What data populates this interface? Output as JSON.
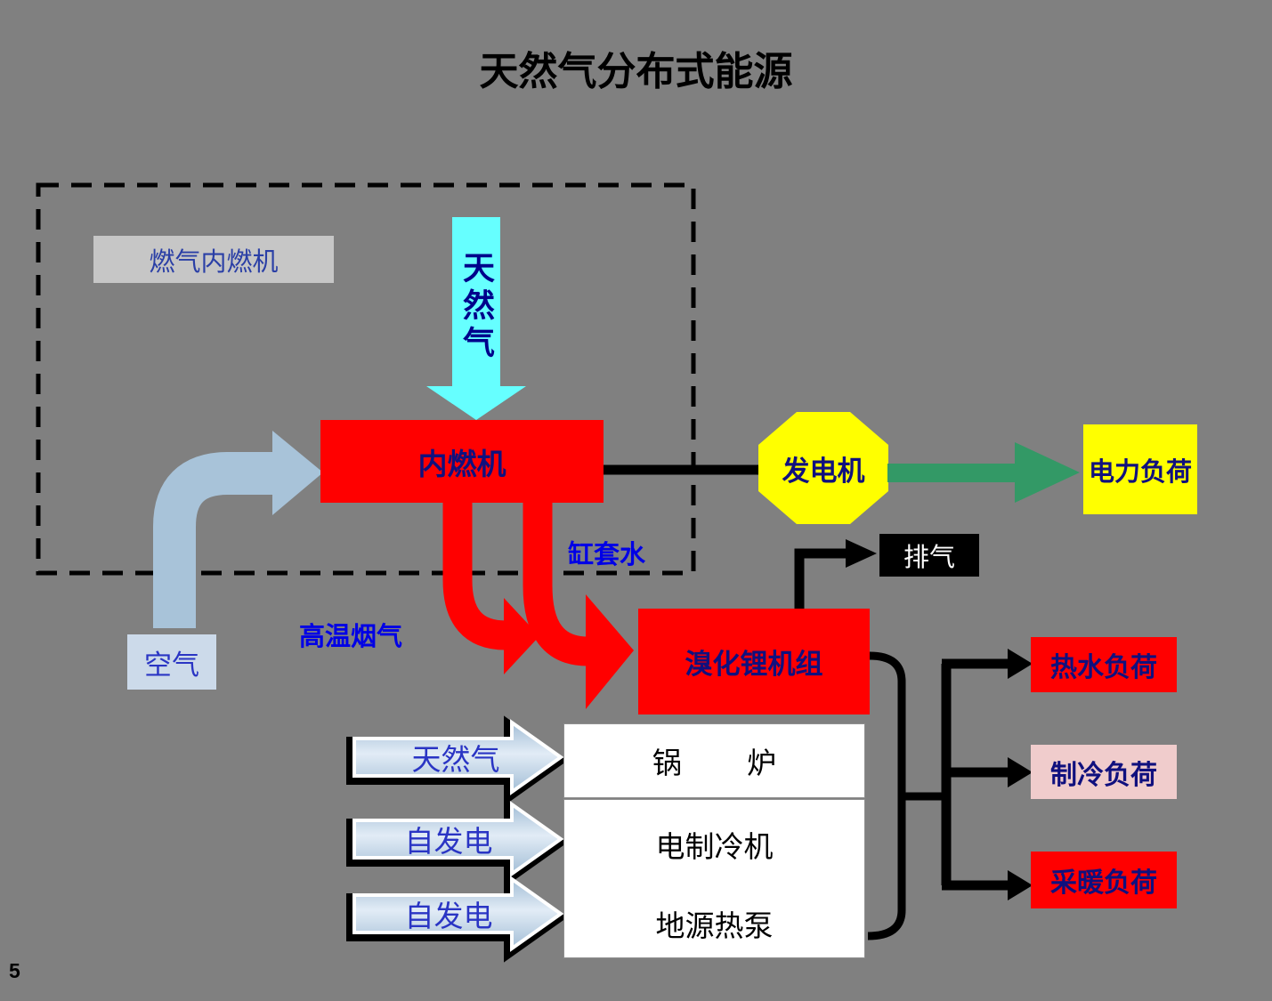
{
  "page": {
    "title": "天然气分布式能源",
    "page_number": "5"
  },
  "engine_module": {
    "label": "燃气内燃机",
    "engine": "内燃机"
  },
  "inputs": {
    "natural_gas_top": "天然气",
    "air": "空气"
  },
  "generation": {
    "generator": "发电机",
    "electric_load": "电力负荷"
  },
  "heat_recovery": {
    "flue_gas": "高温烟气",
    "jacket_water": "缸套水",
    "libr_unit": "溴化锂机组",
    "exhaust": "排气"
  },
  "backup_units": {
    "boiler": "锅        炉",
    "electric_chiller": "电制冷机",
    "ground_source_heat_pump": "地源热泵",
    "natural_gas_arrow": "天然气",
    "self_power_arrow_1": "自发电",
    "self_power_arrow_2": "自发电"
  },
  "loads": {
    "hot_water": "热水负荷",
    "cooling": "制冷负荷",
    "heating": "采暖负荷"
  },
  "colors": {
    "background": "#808080",
    "accent_red": "#FF0000",
    "accent_yellow": "#FFFF00",
    "accent_cyan": "#66FFFF",
    "steel_blue_arrow": "#A8C3D9",
    "green_arrow": "#339966",
    "pink_load": "#F0CCCC",
    "navy_text": "#10107E",
    "bright_blue_text": "#0000E6",
    "blue_serif_text": "#2A35C4",
    "module_gray": "#C6C6C6"
  }
}
